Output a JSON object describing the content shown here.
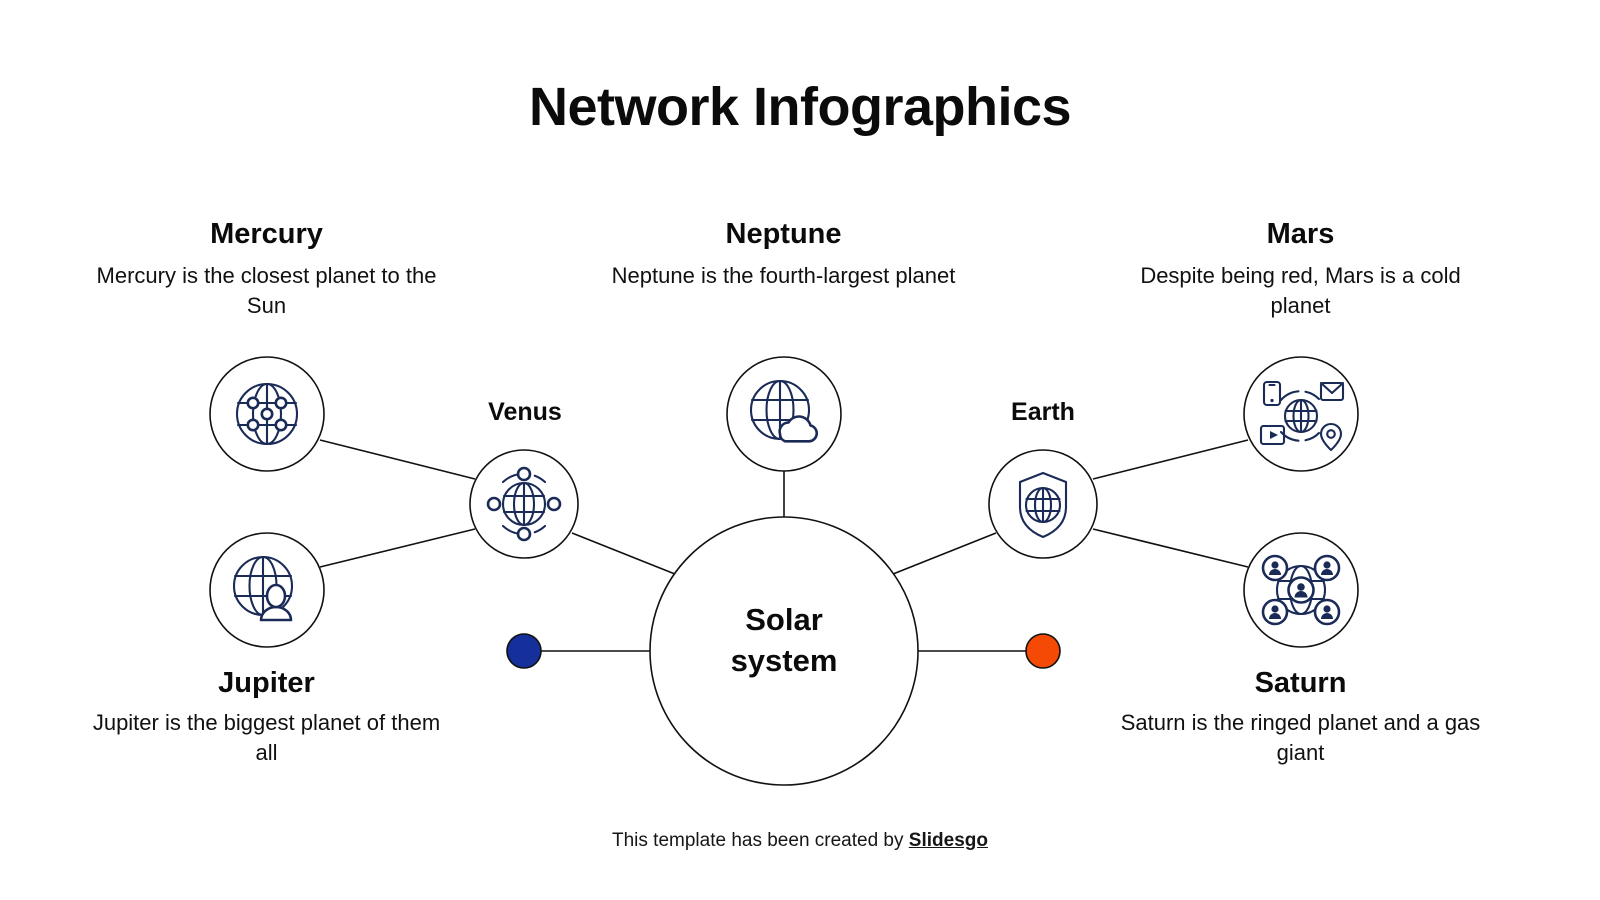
{
  "page": {
    "title": "Network Infographics",
    "background": "#ffffff",
    "accent_navy": "#1a2b57",
    "accent_blue": "#15309b",
    "accent_orange": "#f54a05",
    "line_color": "#111111"
  },
  "center": {
    "label_line1": "Solar",
    "label_line2": "system"
  },
  "nodes": {
    "mercury": {
      "heading": "Mercury",
      "description": "Mercury is the closest planet to the Sun",
      "icon": "globe-network-icon"
    },
    "jupiter": {
      "heading": "Jupiter",
      "description": "Jupiter is  the biggest planet of them all",
      "icon": "globe-user-icon"
    },
    "venus": {
      "heading": "Venus",
      "icon": "globe-orbit-icon"
    },
    "neptune": {
      "heading": "Neptune",
      "description": "Neptune is the fourth-largest planet",
      "icon": "globe-cloud-icon"
    },
    "earth": {
      "heading": "Earth",
      "icon": "globe-shield-icon"
    },
    "mars": {
      "heading": "Mars",
      "description": "Despite being red, Mars is a cold planet",
      "icon": "globe-media-icon"
    },
    "saturn": {
      "heading": "Saturn",
      "description": "Saturn is the ringed planet and a gas giant",
      "icon": "globe-users-icon"
    }
  },
  "markers": {
    "left_dot_color": "#15309b",
    "right_dot_color": "#f54a05"
  },
  "footer": {
    "text": "This template has been created by ",
    "brand": "Slidesgo"
  }
}
